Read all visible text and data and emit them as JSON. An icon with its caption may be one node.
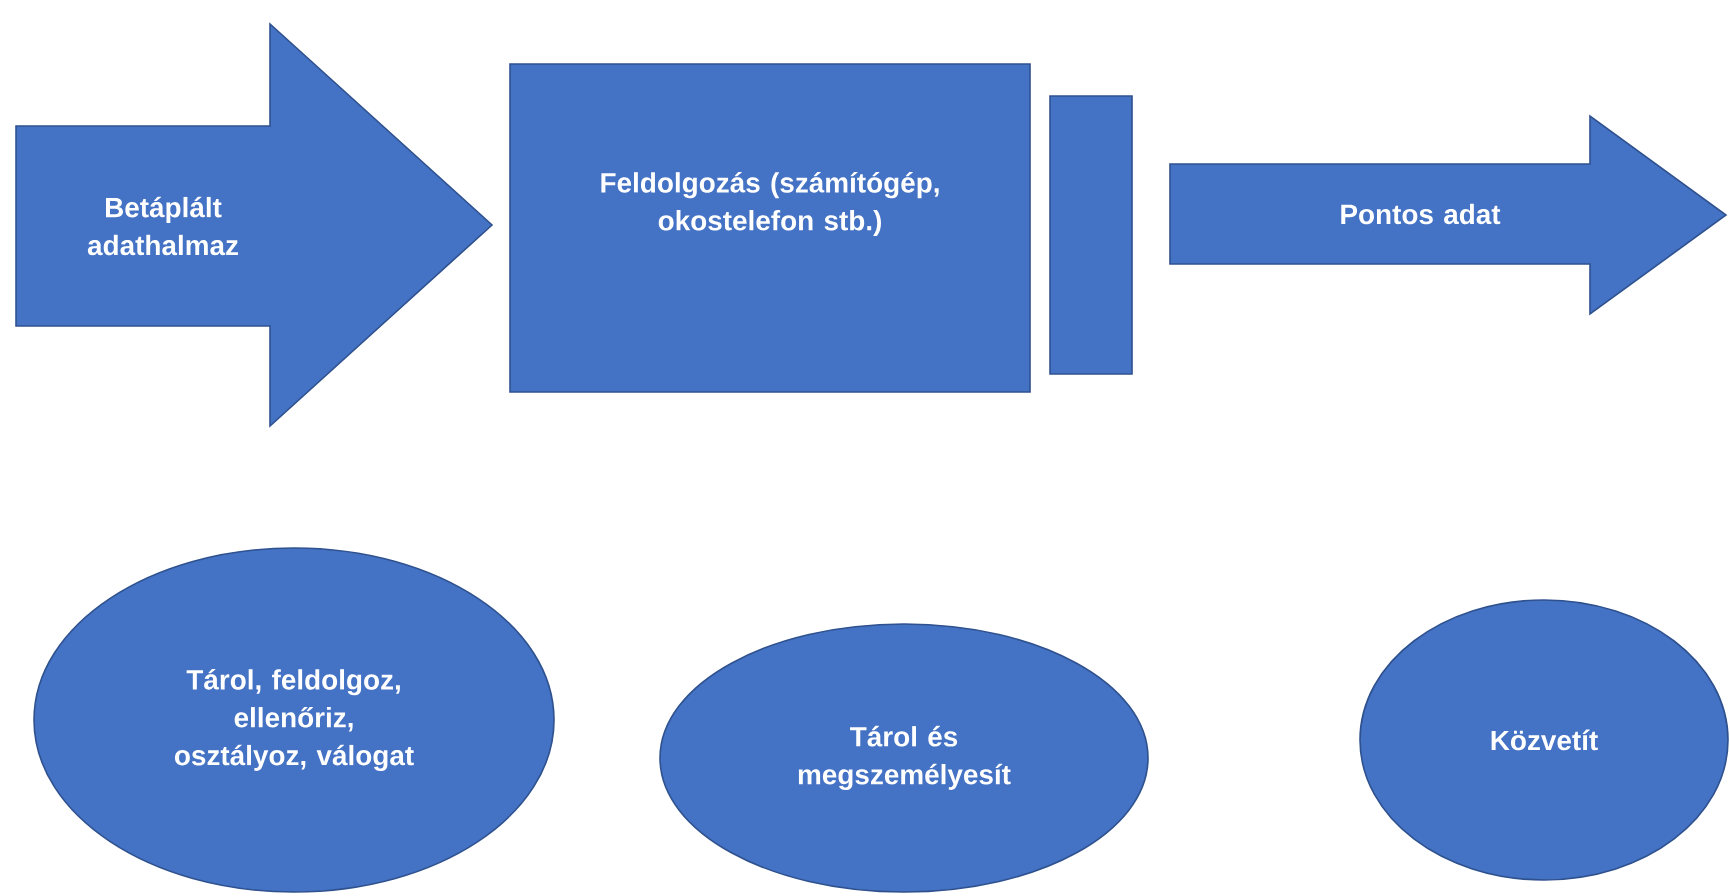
{
  "diagram": {
    "nodes": [
      {
        "text": [
          "Betáplált adathalmaz"
        ]
      },
      {
        "text": [
          "Feldolgozás (számítógép, okostelefon stb.)"
        ]
      },
      {
        "text": [],
        "shape": "bar"
      },
      {
        "text": [
          "Pontos adat"
        ]
      },
      {
        "text": [
          "Tárol, feldolgoz, ellenőriz, osztályoz, válogat"
        ]
      },
      {
        "text": [
          "Tárol és megszemélyesít"
        ]
      },
      {
        "text": [
          "Közvetít"
        ]
      }
    ]
  }
}
